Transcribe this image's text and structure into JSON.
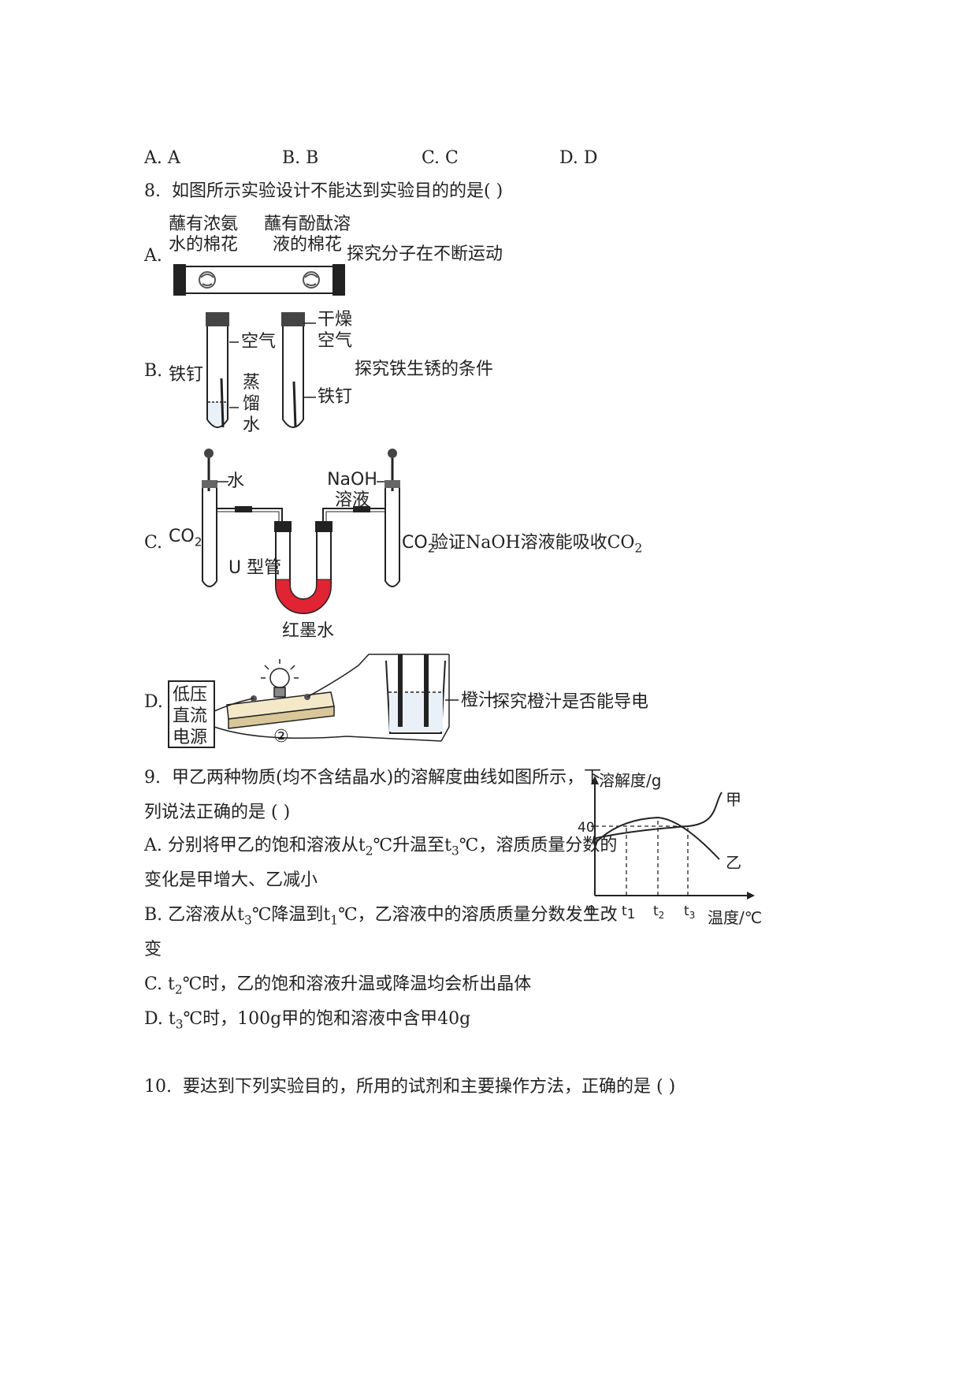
{
  "q7": {
    "opts": [
      {
        "letter": "A.",
        "text": "A"
      },
      {
        "letter": "B.",
        "text": "B"
      },
      {
        "letter": "C.",
        "text": "C"
      },
      {
        "letter": "D.",
        "text": "D"
      }
    ]
  },
  "q8": {
    "num": "8.",
    "stem": "如图所示实验设计不能达到实验目的的是(    )",
    "A": {
      "letter": "A.",
      "label_left_1": "蘸有浓氨",
      "label_left_2": "水的棉花",
      "label_right_1": "蘸有酚酞溶",
      "label_right_2": "液的棉花",
      "purpose": "探究分子在不断运动"
    },
    "B": {
      "letter": "B.",
      "nail_left": "铁钉",
      "air": "空气",
      "water_1": "蒸",
      "water_2": "馏",
      "water_3": "水",
      "dry_1": "干燥",
      "dry_2": "空气",
      "nail_right": "铁钉",
      "purpose": "探究铁生锈的条件"
    },
    "C": {
      "letter": "C.",
      "water": "水",
      "naoh_1": "NaOH",
      "naoh_2": "溶液",
      "co2_left": "CO",
      "co2_right": "CO",
      "sub2": "2",
      "u_tube": "U 型管",
      "red_ink": "红墨水",
      "purpose_pre": "验证NaOH溶液能吸收CO",
      "purpose_sub": "2"
    },
    "D": {
      "letter": "D.",
      "power_1": "低压",
      "power_2": "直流",
      "power_3": "电源",
      "circle": "②",
      "juice": "橙汁",
      "purpose": "探究橙汁是否能导电"
    }
  },
  "q9": {
    "num": "9.",
    "stem_1": "甲乙两种物质(均不含结晶水)的溶解度曲线如图所示，下",
    "stem_2": "列说法正确的是 (    )",
    "A": {
      "l": "A.",
      "p1": "分别将甲乙的饱和溶液从t",
      "s1": "2",
      "p2": "℃升温至t",
      "s2": "3",
      "p3": "℃，溶质质量分数的",
      "line2": "变化是甲增大、乙减小"
    },
    "B": {
      "l": "B.",
      "p1": "乙溶液从t",
      "s1": "3",
      "p2": "℃降温到t",
      "s2": "1",
      "p3": "℃，乙溶液中的溶质质量分数发生改",
      "line2": "变"
    },
    "C": {
      "l": "C.",
      "p1": "t",
      "s1": "2",
      "p2": "℃时，乙的饱和溶液升温或降温均会析出晶体"
    },
    "D": {
      "l": "D.",
      "p1": "t",
      "s1": "3",
      "p2": "℃时，100g甲的饱和溶液中含甲40g"
    }
  },
  "chart": {
    "ylabel": "溶解度/g",
    "xlabel": "温度/℃",
    "origin": "0",
    "y_tick": "40",
    "t": "t",
    "t1s": "1",
    "t2s": "2",
    "t3s": "3",
    "jia": "甲",
    "yi": "乙"
  },
  "chart_data": {
    "type": "line",
    "xlabel": "温度/℃",
    "ylabel": "溶解度/g",
    "x_ticks": [
      "0",
      "t1",
      "t2",
      "t3"
    ],
    "y_ticks": [
      40
    ],
    "series": [
      {
        "name": "甲",
        "x": [
          "0",
          "t1",
          "t2",
          "t3"
        ],
        "values": [
          33,
          37,
          38.5,
          40
        ]
      },
      {
        "name": "乙",
        "x": [
          "0",
          "t1",
          "t2",
          "t3"
        ],
        "values": [
          30,
          40,
          45,
          40
        ]
      }
    ],
    "grid": false
  },
  "q10": {
    "num": "10.",
    "stem": "要达到下列实验目的，所用的试剂和主要操作方法，正确的是 (    )"
  }
}
